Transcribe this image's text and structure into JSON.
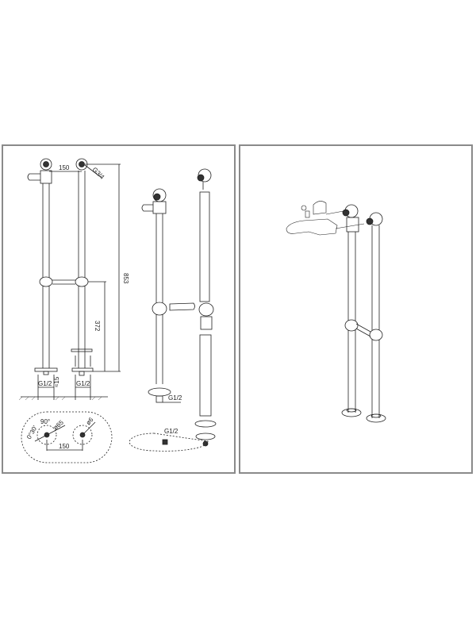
{
  "panels": {
    "left": {
      "title": "technical-dimension-drawing",
      "dimensions": {
        "spacing_top": "150",
        "thread_top": "G3/4",
        "total_height": "853",
        "bridge_height": "372",
        "thread_bottom_left": "G1/2",
        "thread_bottom_right": "G1/2",
        "protrusion": "≈15",
        "angle": "90°",
        "offset": "0°30'",
        "diameter_flange": "ø65",
        "diameter_hole": "ø6",
        "spacing_bottom": "150",
        "thread_exploded_1": "G1/2",
        "thread_exploded_2": "G1/2"
      }
    },
    "right": {
      "title": "isometric-assembly-view"
    }
  },
  "colors": {
    "line": "#222222",
    "border": "#8a8a8a",
    "background": "#ffffff"
  }
}
